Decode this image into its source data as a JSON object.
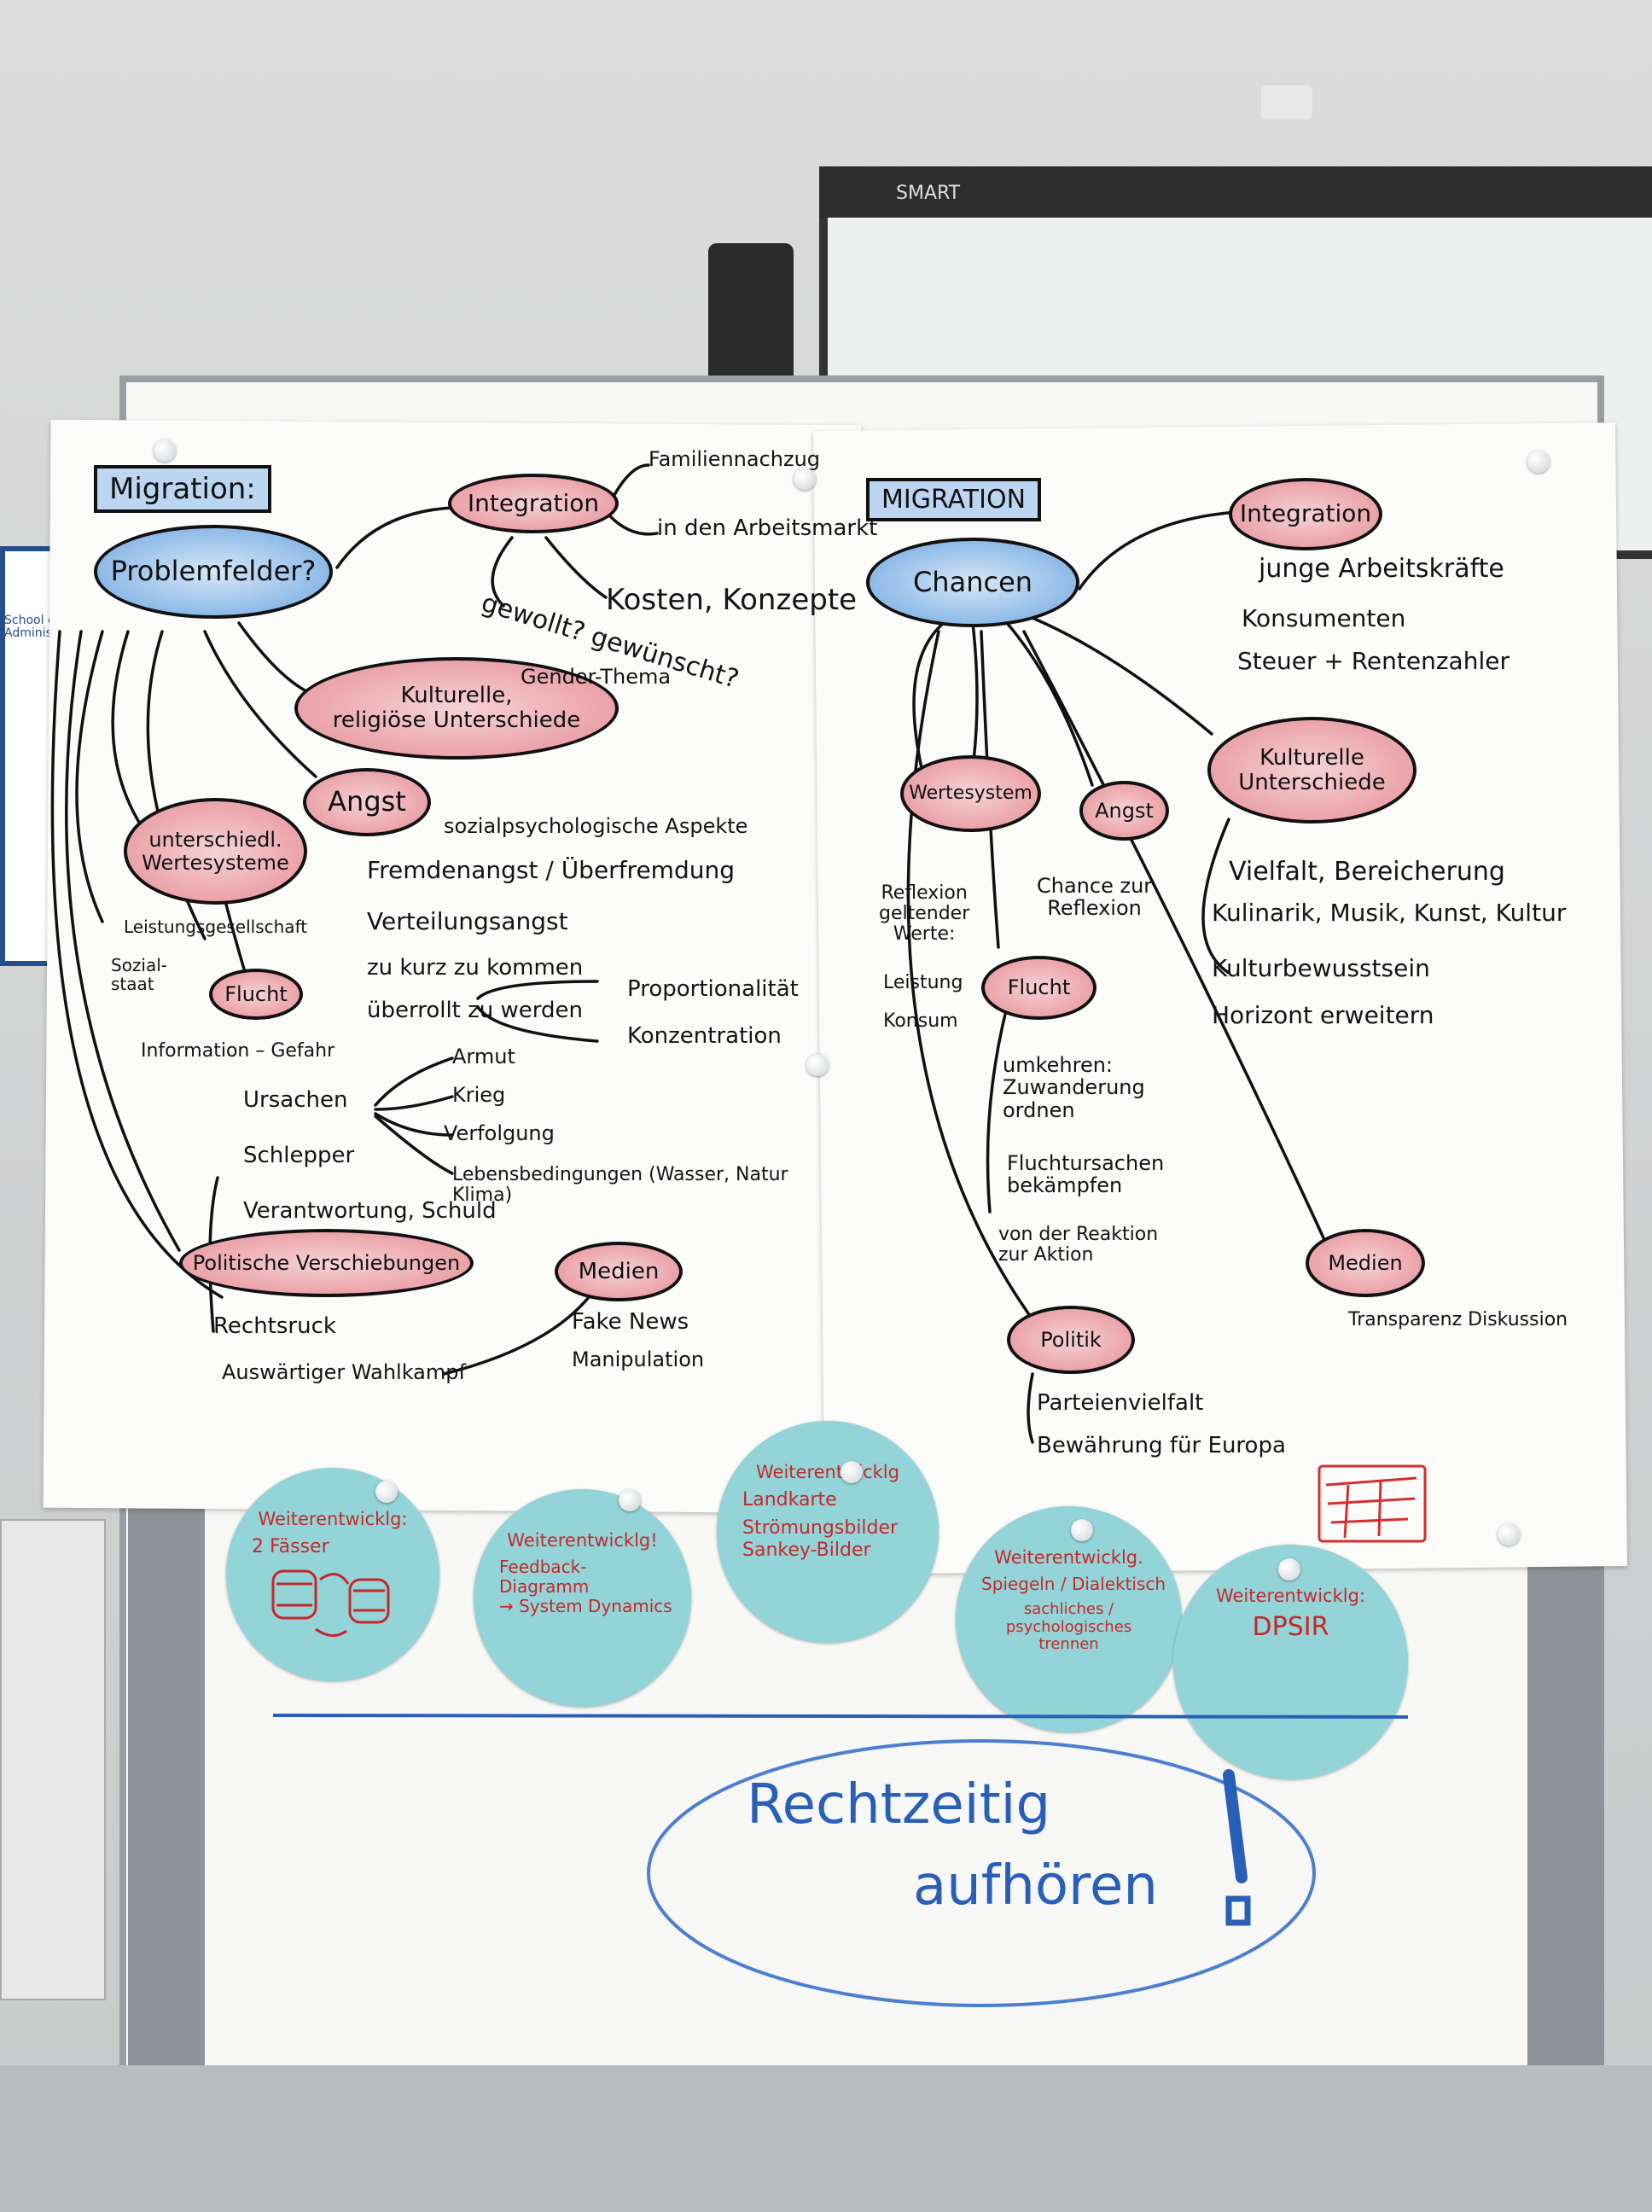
{
  "left_sheet": {
    "title": "Migration:",
    "main_node": "Problemfelder?",
    "integration": {
      "label": "Integration",
      "branches": [
        "Familiennachzug",
        "in den Arbeitsmarkt",
        "Kosten, Konzepte",
        "gewollt? gewünscht?"
      ]
    },
    "kulturelle": {
      "label": "Kulturelle,\nreligiöse Unterschiede",
      "branch": "Gender-Thema"
    },
    "angst": {
      "label": "Angst",
      "items": [
        "sozialpsychologische Aspekte",
        "Fremdenangst / Überfremdung",
        "Verteilungsangst",
        "zu kurz zu kommen",
        "überrollt zu werden"
      ],
      "sub": [
        "Proportionalität",
        "Konzentration"
      ]
    },
    "werte": {
      "label": "unterschiedl.\nWertesysteme",
      "items": [
        "Leistungsgesellschaft",
        "Sozial-\nstaat"
      ]
    },
    "flucht": {
      "label": "Flucht",
      "items": [
        "Information – Gefahr",
        "Ursachen",
        "Schlepper",
        "Verantwortung, Schuld"
      ],
      "ursachen": [
        "Armut",
        "Krieg",
        "Verfolgung",
        "Lebensbedingungen (Wasser, Natur\nKlima)"
      ]
    },
    "politik": {
      "label": "Politische Verschiebungen",
      "items": [
        "Rechtsruck",
        "Auswärtiger Wahlkampf"
      ]
    },
    "medien": {
      "label": "Medien",
      "items": [
        "Fake News",
        "Manipulation"
      ]
    }
  },
  "right_sheet": {
    "title": "MIGRATION",
    "main_node": "Chancen",
    "integration": {
      "label": "Integration",
      "items": [
        "junge Arbeitskräfte",
        "Konsumenten",
        "Steuer + Rentenzahler"
      ]
    },
    "kulturelle": {
      "label": "Kulturelle\nUnterschiede",
      "items": [
        "Vielfalt, Bereicherung",
        "Kulinarik, Musik, Kunst, Kultur",
        "Kulturbewusstsein",
        "Horizont erweitern"
      ]
    },
    "werte": {
      "label": "Wertesystem",
      "text": "Reflexion\ngeltender\nWerte:",
      "items": [
        "Leistung",
        "Konsum"
      ]
    },
    "angst": {
      "label": "Angst",
      "text": "Chance zur\nReflexion"
    },
    "flucht": {
      "label": "Flucht",
      "items": [
        "umkehren:\nZuwanderung\nordnen",
        "Fluchtursachen\nbekämpfen",
        "von der Reaktion\nzur Aktion"
      ]
    },
    "medien": {
      "label": "Medien",
      "items": [
        "Transparenz Diskussion"
      ]
    },
    "politik": {
      "label": "Politik",
      "items": [
        "Parteienvielfalt",
        "Bewährung für Europa"
      ]
    }
  },
  "circles": [
    {
      "title": "Weiterentwicklg:",
      "items": [
        "2 Fässer"
      ]
    },
    {
      "title": "Weiterentwicklg!",
      "items": [
        "Feedback-\nDiagramm\n→ System Dynamics"
      ]
    },
    {
      "title": "Weiterentwicklg",
      "items": [
        "Landkarte",
        "Strömungsbilder\nSankey-Bilder"
      ]
    },
    {
      "title": "Weiterentwicklg.",
      "items": [
        "Spiegeln / Dialektisch",
        "sachliches /\npsychologisches\ntrennen"
      ]
    },
    {
      "title": "Weiterentwicklg:",
      "items": [
        "DPSIR"
      ]
    }
  ],
  "whiteboard": {
    "line1": "Rechtzeitig",
    "line2": "aufhören",
    "mark": "!"
  },
  "background": {
    "smart_label": "SMART",
    "sign_label": "School of\nAdminis"
  },
  "colors": {
    "red_ink": "#c62828",
    "blue_ink": "#2a5fb8",
    "circle_fill": "#93d4d8",
    "red_blob": "#e58e96",
    "blue_blob": "#6ea6e0"
  }
}
